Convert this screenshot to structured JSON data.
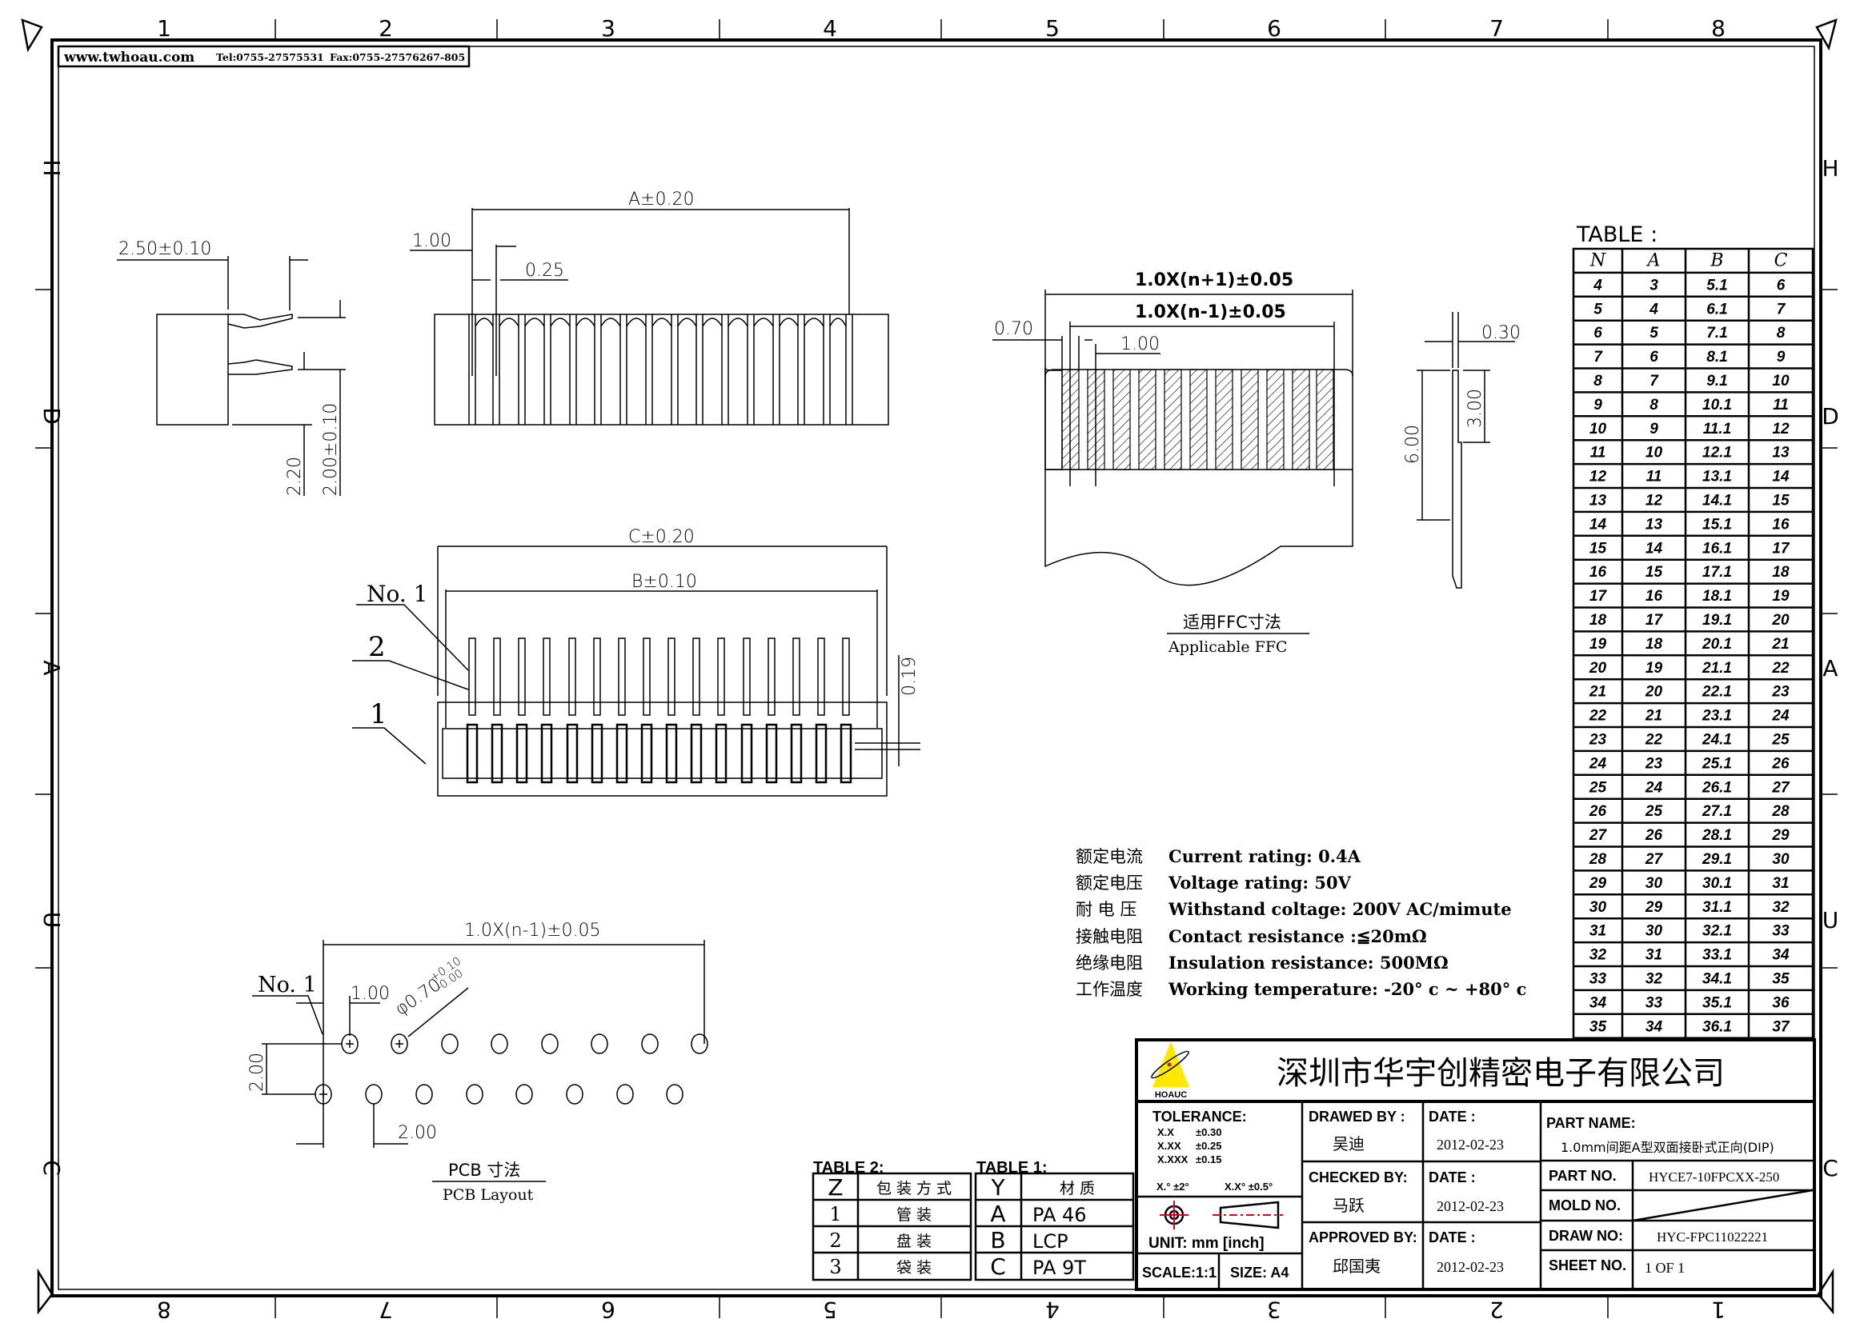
{
  "header": {
    "website": "www.twhoau.com",
    "tel": "Tel:0755-27575531",
    "fax": "Fax:0755-27576267-805"
  },
  "border": {
    "top_columns": [
      "1",
      "2",
      "3",
      "4",
      "5",
      "6",
      "7",
      "8"
    ],
    "bottom_columns": [
      "8",
      "7",
      "6",
      "5",
      "4",
      "3",
      "2",
      "1"
    ],
    "rows": [
      "H",
      "D",
      "A",
      "U",
      "C"
    ]
  },
  "side_view": {
    "dim_width": "2.50±0.10",
    "dim_pitch": "2.00±0.10",
    "dim_height": "2.20"
  },
  "top_view": {
    "dim_a": "A±0.20",
    "dim_pitch": "1.00",
    "dim_pin": "0.25"
  },
  "front_view": {
    "dim_c": "C±0.20",
    "dim_b": "B±0.10",
    "dim_thk": "0.19",
    "callout_no1": "No. 1",
    "callout_2": "2",
    "callout_1": "1"
  },
  "ffc_view": {
    "dim_total": "1.0X(n+1)±0.05",
    "dim_span": "1.0X(n-1)±0.05",
    "dim_edge": "0.70",
    "dim_pitch": "1.00",
    "dim_thk": "0.30",
    "dim_stiff": "3.00",
    "dim_len": "6.00",
    "caption_cn": "适用FFC寸法",
    "caption_en": "Applicable FFC"
  },
  "pcb_view": {
    "dim_span": "1.0X(n-1)±0.05",
    "callout_no1": "No. 1",
    "dim_pitch": "1.00",
    "dim_hole": "φ0.70",
    "dim_hole_tol_plus": "+0.10",
    "dim_hole_tol_minus": "-0.00",
    "dim_row": "2.00",
    "dim_offset": "2.00",
    "caption_cn": "PCB  寸法",
    "caption_en": "PCB Layout"
  },
  "specs": [
    {
      "cn": "额定电流",
      "en": "Current rating: 0.4A"
    },
    {
      "cn": "额定电压",
      "en": "Voltage rating: 50V"
    },
    {
      "cn": "耐 电 压",
      "en": "Withstand coltage: 200V AC/mimute"
    },
    {
      "cn": "接触电阻",
      "en": "Contact resistance :≦20mΩ"
    },
    {
      "cn": "绝缘电阻",
      "en": "Insulation resistance: 500MΩ"
    },
    {
      "cn": "工作温度",
      "en": "Working temperature: -20° c ~ +80° c"
    }
  ],
  "dimension_table": {
    "title": "TABLE :",
    "headers": [
      "N",
      "A",
      "B",
      "C"
    ],
    "rows": [
      [
        "4",
        "3",
        "5.1",
        "6"
      ],
      [
        "5",
        "4",
        "6.1",
        "7"
      ],
      [
        "6",
        "5",
        "7.1",
        "8"
      ],
      [
        "7",
        "6",
        "8.1",
        "9"
      ],
      [
        "8",
        "7",
        "9.1",
        "10"
      ],
      [
        "9",
        "8",
        "10.1",
        "11"
      ],
      [
        "10",
        "9",
        "11.1",
        "12"
      ],
      [
        "11",
        "10",
        "12.1",
        "13"
      ],
      [
        "12",
        "11",
        "13.1",
        "14"
      ],
      [
        "13",
        "12",
        "14.1",
        "15"
      ],
      [
        "14",
        "13",
        "15.1",
        "16"
      ],
      [
        "15",
        "14",
        "16.1",
        "17"
      ],
      [
        "16",
        "15",
        "17.1",
        "18"
      ],
      [
        "17",
        "16",
        "18.1",
        "19"
      ],
      [
        "18",
        "17",
        "19.1",
        "20"
      ],
      [
        "19",
        "18",
        "20.1",
        "21"
      ],
      [
        "20",
        "19",
        "21.1",
        "22"
      ],
      [
        "21",
        "20",
        "22.1",
        "23"
      ],
      [
        "22",
        "21",
        "23.1",
        "24"
      ],
      [
        "23",
        "22",
        "24.1",
        "25"
      ],
      [
        "24",
        "23",
        "25.1",
        "26"
      ],
      [
        "25",
        "24",
        "26.1",
        "27"
      ],
      [
        "26",
        "25",
        "27.1",
        "28"
      ],
      [
        "27",
        "26",
        "28.1",
        "29"
      ],
      [
        "28",
        "27",
        "29.1",
        "30"
      ],
      [
        "29",
        "30",
        "30.1",
        "31"
      ],
      [
        "30",
        "29",
        "31.1",
        "32"
      ],
      [
        "31",
        "30",
        "32.1",
        "33"
      ],
      [
        "32",
        "31",
        "33.1",
        "34"
      ],
      [
        "33",
        "32",
        "34.1",
        "35"
      ],
      [
        "34",
        "33",
        "35.1",
        "36"
      ],
      [
        "35",
        "34",
        "36.1",
        "37"
      ]
    ]
  },
  "table2": {
    "title": "TABLE 2:",
    "headers": [
      "Z",
      "包 装 方 式"
    ],
    "rows": [
      [
        "1",
        "管   装"
      ],
      [
        "2",
        "盘   装"
      ],
      [
        "3",
        "袋   装"
      ]
    ]
  },
  "table1": {
    "title": "TABLE 1:",
    "headers": [
      "Y",
      "材    质"
    ],
    "rows": [
      [
        "A",
        "PA 46"
      ],
      [
        "B",
        "LCP"
      ],
      [
        "C",
        "PA 9T"
      ]
    ]
  },
  "title_block": {
    "company": "深圳市华宇创精密电子有限公司",
    "logo_text": "HOAUC",
    "logo_color": "#FFE800",
    "tolerance_label": "TOLERANCE:",
    "tolerances": [
      [
        "X.X",
        "±0.30"
      ],
      [
        "X.XX",
        "±0.25"
      ],
      [
        "X.XXX",
        "±0.15"
      ]
    ],
    "angle_tol": [
      "X.° ±2°",
      "X.X° ±0.5°"
    ],
    "unit": "UNIT:  mm  [inch]",
    "scale": "SCALE:1:1",
    "size": "SIZE:  A4",
    "drawed_by_label": "DRAWED BY :",
    "drawed_by": "吴迪",
    "checked_by_label": "CHECKED BY:",
    "checked_by": "马跃",
    "approved_by_label": "APPROVED BY:",
    "approved_by": "邱国夷",
    "date_label": "DATE :",
    "date_drawn": "2012-02-23",
    "date_checked": "2012-02-23",
    "date_approved": "2012-02-23",
    "part_name_label": "PART NAME:",
    "part_name": "1.0mm间距A型双面接卧式正向(DIP)",
    "part_no_label": "PART NO.",
    "part_no": "HYCE7-10FPCXX-250",
    "mold_no_label": "MOLD NO.",
    "mold_no": "",
    "draw_no_label": "DRAW NO:",
    "draw_no": "HYC-FPC11022221",
    "sheet_no_label": "SHEET NO.",
    "sheet_no": "1 OF 1",
    "projection_color": "#E0001B"
  }
}
